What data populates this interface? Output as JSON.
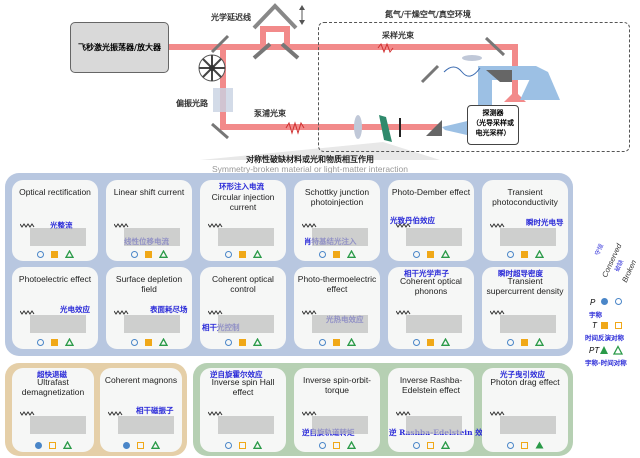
{
  "setup": {
    "laser_label": "飞秒激光振荡器/放大器",
    "delay_line_label": "光学延迟线",
    "environment_label": "氮气/干燥空气/真空环境",
    "probe_beam_label": "采样光束",
    "polarization_label": "偏振光路",
    "pump_beam_label": "泵浦光束",
    "detector_label_1": "探测器",
    "detector_label_2": "（光导采样或",
    "detector_label_3": "电光采样）",
    "colors": {
      "beam": "#f08080",
      "thz": "#9cc0e4",
      "mirror": "#707070"
    }
  },
  "section_title_zh": "对称性破缺材料或光和物质相互作用",
  "section_title_en": "Symmetry-broken material or light-matter interaction",
  "cards": [
    {
      "title": "Optical rectification",
      "zh": "光整流",
      "P": "broken",
      "T": "conserved",
      "PT": "broken"
    },
    {
      "title": "Linear shift current",
      "zh": "线性位移电流",
      "P": "broken",
      "T": "conserved",
      "PT": "broken"
    },
    {
      "title": "Circular injection current",
      "zh": "环形注入电流",
      "P": "broken",
      "T": "conserved",
      "PT": "broken"
    },
    {
      "title": "Schottky junction photoinjection",
      "zh": "肖特基结光注入",
      "P": "broken",
      "T": "conserved",
      "PT": "broken"
    },
    {
      "title": "Photo-Dember effect",
      "zh": "光致丹伯效应",
      "P": "broken",
      "T": "conserved",
      "PT": "broken"
    },
    {
      "title": "Transient photoconductivity",
      "zh": "瞬时光电导",
      "P": "broken",
      "T": "conserved",
      "PT": "broken"
    },
    {
      "title": "Photoelectric effect",
      "zh": "光电效应",
      "P": "broken",
      "T": "conserved",
      "PT": "broken"
    },
    {
      "title": "Surface depletion field",
      "zh": "表面耗尽场",
      "P": "broken",
      "T": "conserved",
      "PT": "broken"
    },
    {
      "title": "Coherent optical control",
      "zh": "相干光控制",
      "P": "broken",
      "T": "conserved",
      "PT": "broken"
    },
    {
      "title": "Photo-thermoelectric effect",
      "zh": "光热电效应",
      "P": "broken",
      "T": "conserved",
      "PT": "broken"
    },
    {
      "title": "Coherent optical phonons",
      "zh": "相干光学声子",
      "P": "broken",
      "T": "conserved",
      "PT": "broken"
    },
    {
      "title": "Transient supercurrent density",
      "zh": "瞬时超导密度",
      "P": "broken",
      "T": "conserved",
      "PT": "broken"
    },
    {
      "title": "Ultrafast demagnetization",
      "zh": "超快退磁",
      "P": "conserved",
      "T": "broken",
      "PT": "broken"
    },
    {
      "title": "Coherent magnons",
      "zh": "相干磁振子",
      "P": "conserved",
      "T": "broken",
      "PT": "broken"
    },
    {
      "title": "Inverse spin Hall effect",
      "zh": "逆自旋霍尔效应",
      "P": "broken",
      "T": "broken",
      "PT": "broken"
    },
    {
      "title": "Inverse spin-orbit-torque",
      "zh": "逆自旋轨道转矩",
      "P": "broken",
      "T": "broken",
      "PT": "broken"
    },
    {
      "title": "Inverse Rashba-Edelstein effect",
      "zh": "逆 Rashba-Edelstein 效应",
      "P": "broken",
      "T": "broken",
      "PT": "broken"
    },
    {
      "title": "Photon drag effect",
      "zh": "光子曳引效应",
      "P": "broken",
      "T": "broken",
      "PT": "conserved"
    }
  ],
  "legend": {
    "conserved_en": "Conserved",
    "conserved_zh": "守恒",
    "broken_en": "Broken",
    "broken_zh": "破缺",
    "P_label": "P",
    "P_zh": "宇称",
    "T_label": "T",
    "T_zh": "时间反演对称",
    "PT_label": "PT",
    "PT_zh": "宇称-时间对称",
    "colors": {
      "P": "#4a86c8",
      "T": "#f0a818",
      "PT": "#2a9a48"
    }
  }
}
